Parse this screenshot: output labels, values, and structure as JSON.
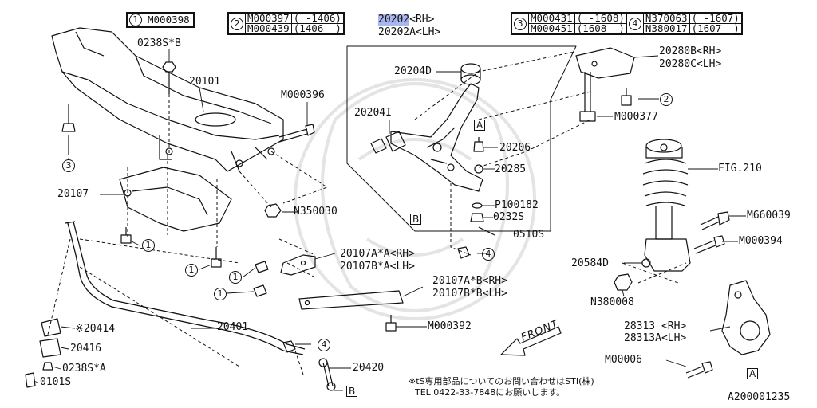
{
  "legend1": {
    "num": "1",
    "part": "M000398"
  },
  "legend2": {
    "num": "2",
    "rows": [
      {
        "part": "M000397",
        "range": "( -1406)"
      },
      {
        "part": "M000439",
        "range": "(1406- )"
      }
    ]
  },
  "legend3": {
    "num": "3",
    "rows": [
      {
        "part": "M000431",
        "range": "( -1608)"
      },
      {
        "part": "M000451",
        "range": "(1608- )"
      }
    ]
  },
  "legend4": {
    "num": "4",
    "rows": [
      {
        "part": "N370063",
        "range": "( -1607)"
      },
      {
        "part": "N380017",
        "range": "(1607- )"
      }
    ]
  },
  "arm": {
    "main": "20202",
    "rh": "<RH>",
    "alt": "20202A<LH>"
  },
  "callouts": {
    "c0238S_B": "0238S*B",
    "c20101": "20101",
    "cM000396": "M000396",
    "c20107": "20107",
    "cN350030": "N350030",
    "c20204D": "20204D",
    "c20204I": "20204I",
    "c20206": "20206",
    "c20285": "20285",
    "cP100182": "P100182",
    "c0232S": "0232S",
    "c0510S": "0510S",
    "c20280B": "20280B<RH>",
    "c20280C": "20280C<LH>",
    "cM000377": "M000377",
    "cFIG210": "FIG.210",
    "cM660039": "M660039",
    "cM000394": "M000394",
    "c20584D": "20584D",
    "cN380008": "N380008",
    "c20107A_A": "20107A*A<RH>",
    "c20107B_A": "20107B*A<LH>",
    "c20107A_B": "20107A*B<RH>",
    "c20107B_B": "20107B*B<LH>",
    "cM000392": "M000392",
    "c20414": "※20414",
    "c20416": "20416",
    "c0238S_A": "0238S*A",
    "c0101S": "0101S",
    "c20401": "20401",
    "c20420": "20420",
    "c28313": "28313 <RH>",
    "c28313A": "28313A<LH>",
    "cM00006": "M00006"
  },
  "refs": {
    "A": "A",
    "B": "B",
    "one": "1",
    "two": "2",
    "three": "3",
    "four": "4"
  },
  "front": "FRONT",
  "note": {
    "line1": "※tS専用部品についてのお問い合わせはSTI(株)",
    "line2": "TEL 0422-33-7848にお願いします。"
  },
  "diagram_id": "A200001235",
  "colors": {
    "highlight": "#aab6ee",
    "ink": "#111111"
  }
}
